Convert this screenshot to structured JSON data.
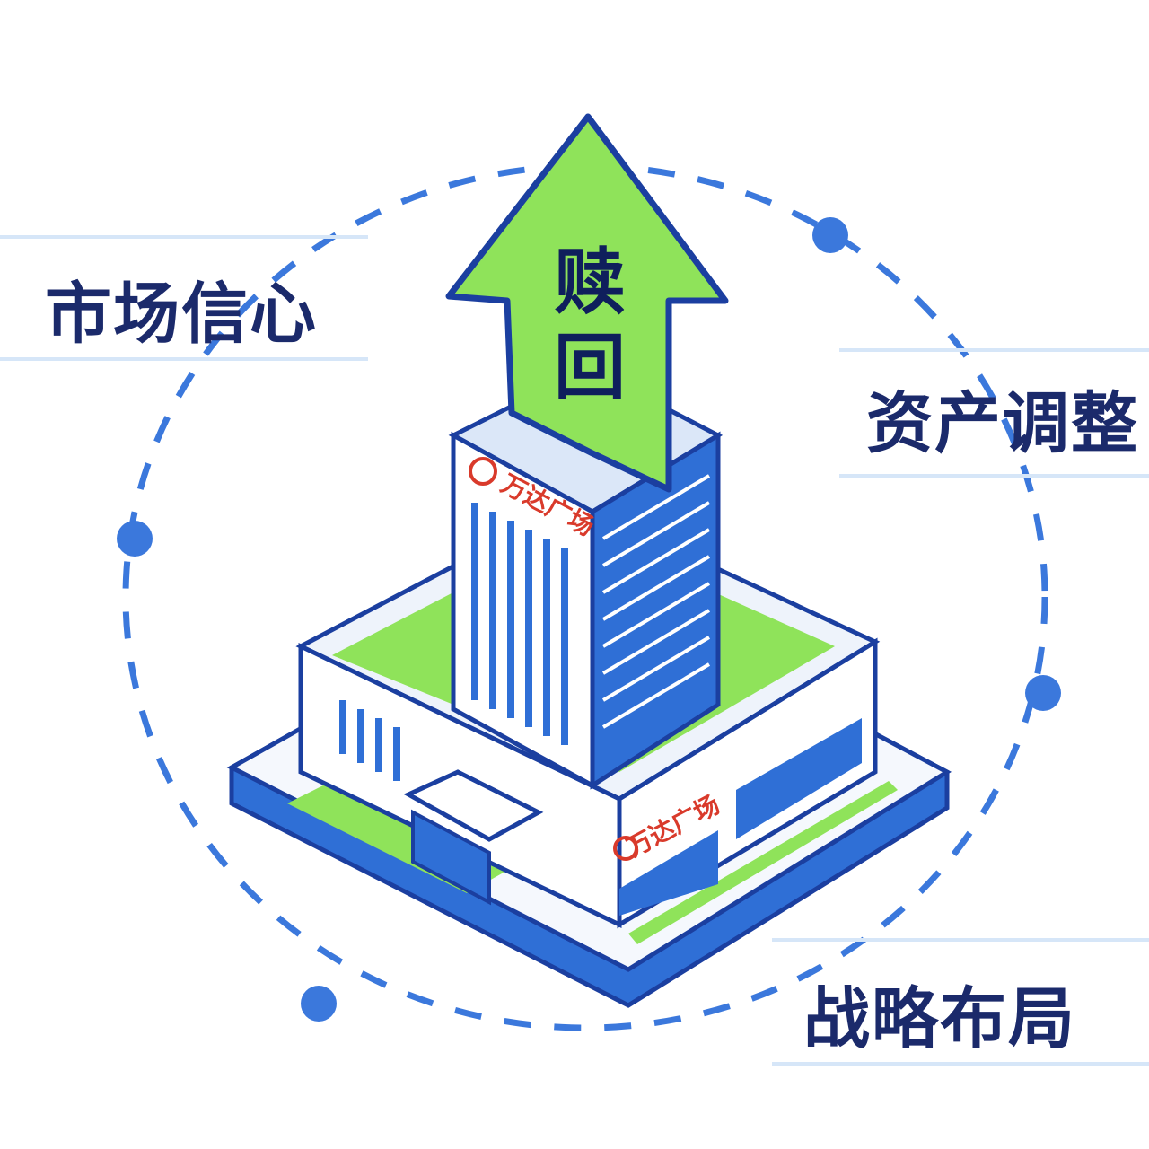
{
  "labels": {
    "market_confidence": "市场信心",
    "asset_adjustment": "资产调整",
    "strategic_layout": "战略布局"
  },
  "arrow": {
    "line1": "赎",
    "line2": "回"
  },
  "building": {
    "brand_tower": "万达广场",
    "brand_mall": "万达广场"
  },
  "colors": {
    "primary_blue": "#2f6fd6",
    "dark_blue": "#1b3fa0",
    "green": "#8fe35a",
    "text": "#1b2a6b",
    "brand_red": "#d93a2b"
  }
}
